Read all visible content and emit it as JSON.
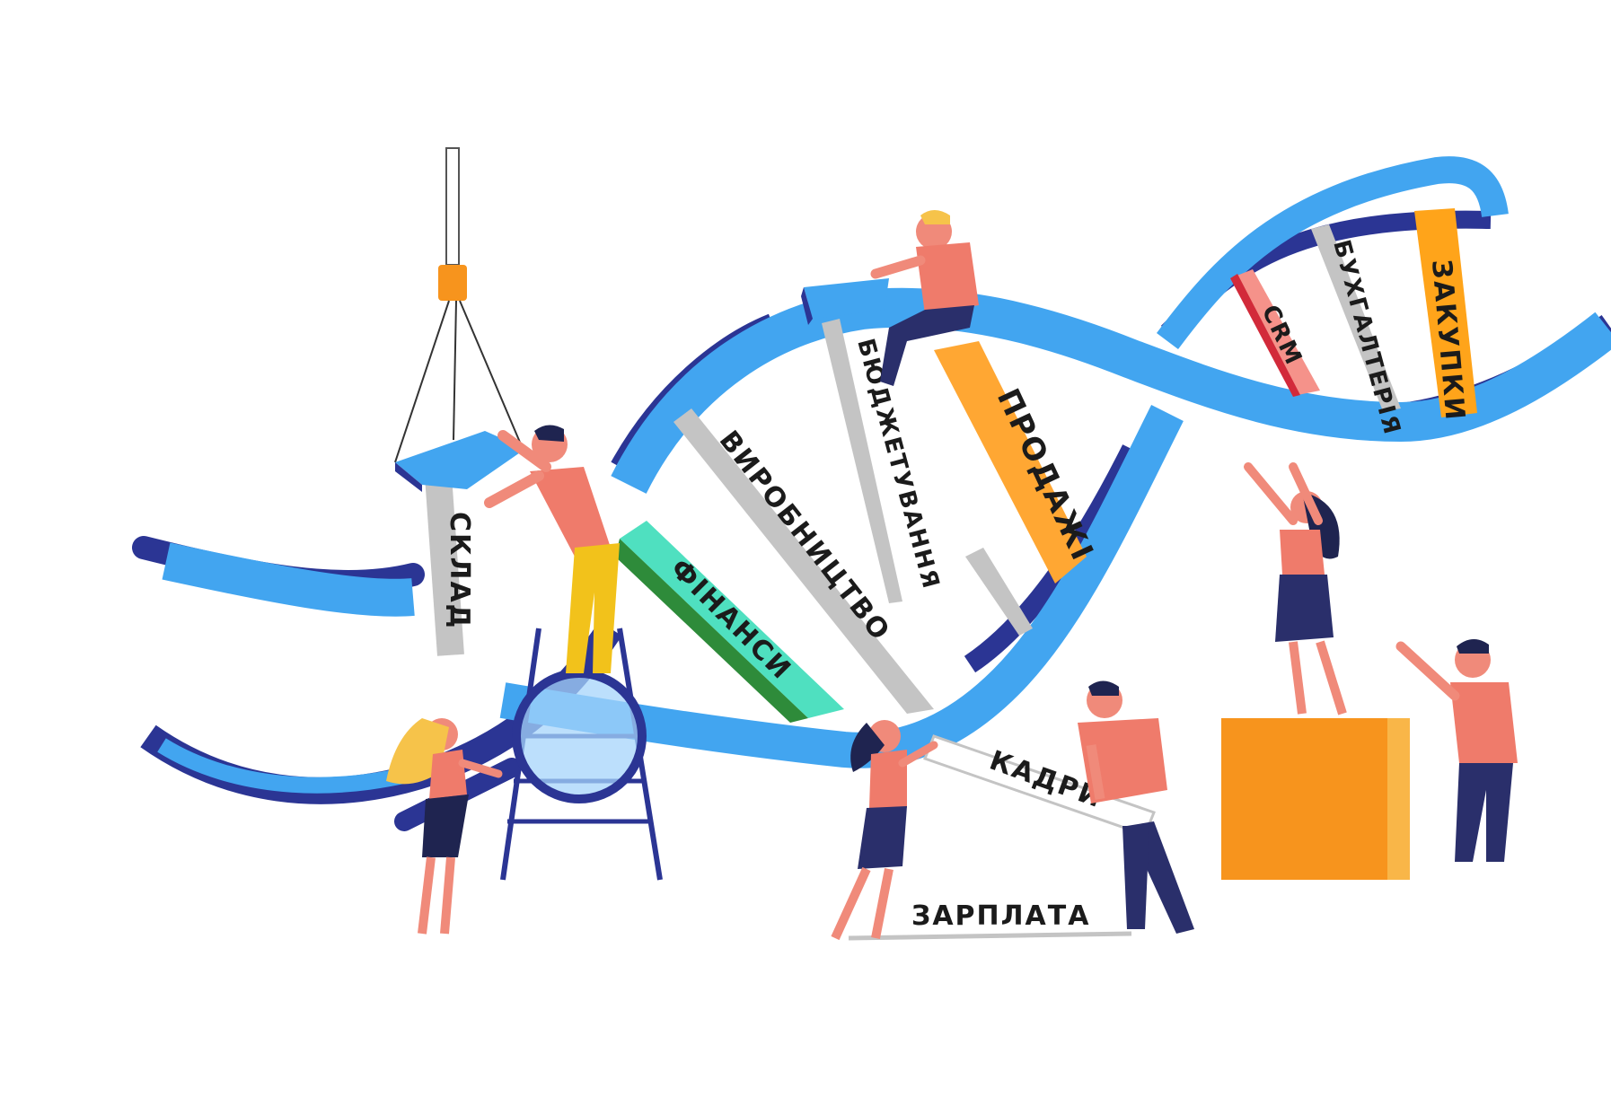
{
  "labels": {
    "sklad": "СКЛАД",
    "finansy": "ФІНАНСИ",
    "vyrobnytstvo": "ВИРОБНИЦТВО",
    "biudzhetuvannia": "БЮДЖЕТУВАННЯ",
    "prodazhi": "ПРОДАЖІ",
    "crm": "CRM",
    "bukhhalteriia": "БУХГАЛТЕРІЯ",
    "zakupky": "ЗАКУПКИ",
    "kadry": "КАДРИ",
    "zarplata": "ЗАРПЛАТА"
  },
  "colors": {
    "helix_light": "#42a5f0",
    "helix_dark": "#2b3594",
    "rung_gray": "#c4c4c4",
    "finansy": "#4fe0c0",
    "finansy_dark": "#2e8b3a",
    "prodazhi": "#ffa733",
    "crm": "#f5928a",
    "crm_dark": "#d22a3a",
    "zakupky": "#ffa41a",
    "block": "#f7941d",
    "skin": "#f08a7a",
    "shirt": "#ef7b6b",
    "navy": "#2a2f6b",
    "hair_dark": "#1f2450",
    "hair_blond": "#f6c34a",
    "pants_yellow": "#f2c21b",
    "crane_orange": "#f7941d"
  },
  "icons": [
    "crane-hook-icon",
    "magnifier-icon",
    "ladder-icon",
    "puzzle-piece-icon"
  ]
}
